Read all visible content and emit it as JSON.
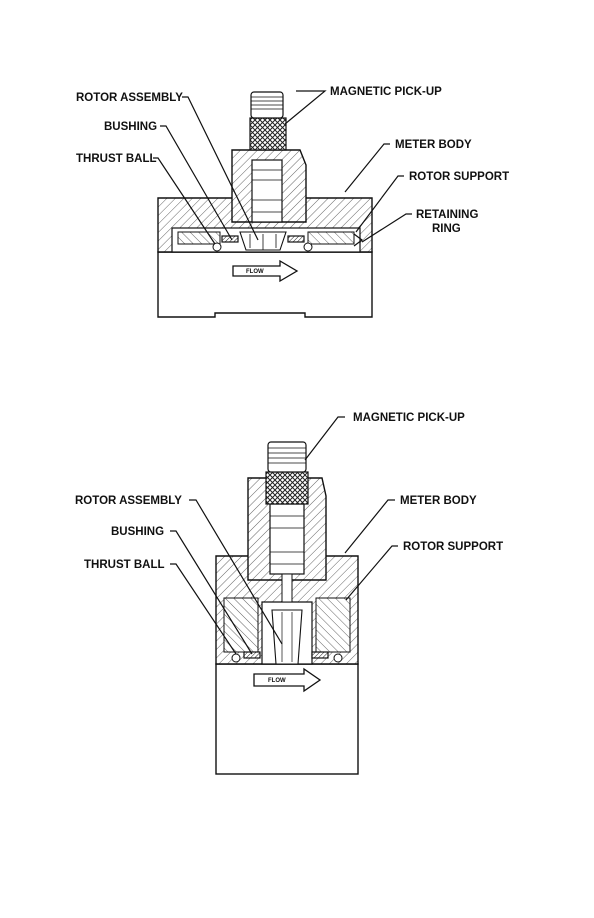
{
  "diagram1": {
    "labels": {
      "rotor_assembly": "ROTOR ASSEMBLY",
      "magnetic_pickup": "MAGNETIC PICK-UP",
      "bushing": "BUSHING",
      "meter_body": "METER BODY",
      "thrust_ball": "THRUST BALL",
      "rotor_support": "ROTOR SUPPORT",
      "retaining_ring_1": "RETAINING",
      "retaining_ring_2": "RING",
      "flow": "FLOW"
    }
  },
  "diagram2": {
    "labels": {
      "magnetic_pickup": "MAGNETIC PICK-UP",
      "rotor_assembly": "ROTOR ASSEMBLY",
      "meter_body": "METER BODY",
      "bushing": "BUSHING",
      "rotor_support": "ROTOR SUPPORT",
      "thrust_ball": "THRUST BALL",
      "flow": "FLOW"
    }
  }
}
